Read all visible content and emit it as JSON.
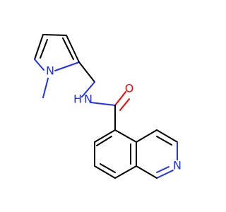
{
  "molecule": {
    "atoms": {
      "pyrrole_n": "N",
      "amide_n": "N",
      "amide_h": "H",
      "carbonyl_o": "O",
      "isoquinoline_n": "N"
    },
    "colors": {
      "bond": "#000000",
      "nitrogen": "#1f2fff",
      "oxygen": "#ff0000"
    }
  }
}
